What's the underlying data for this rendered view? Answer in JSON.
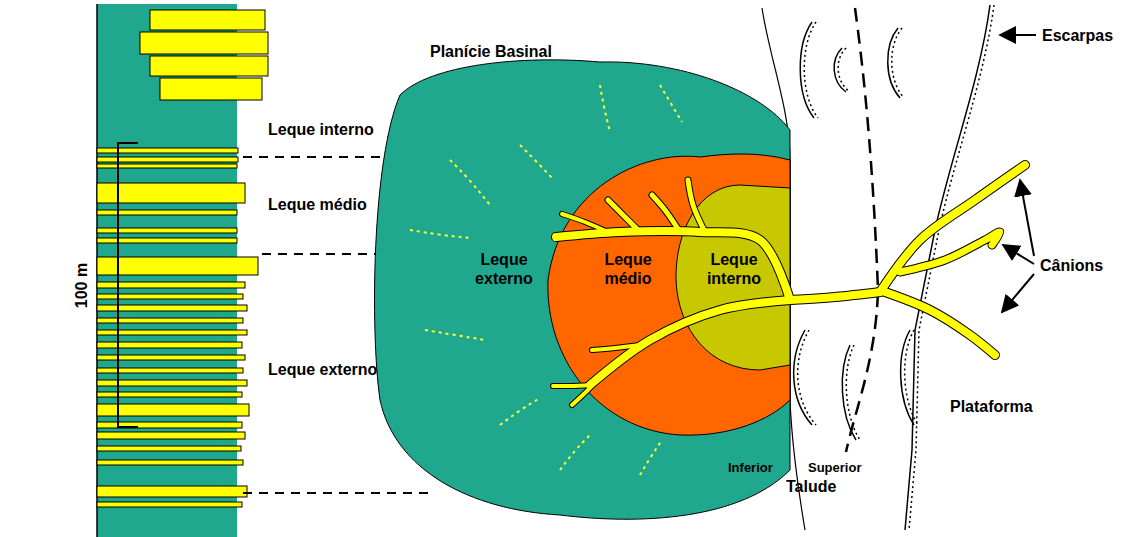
{
  "diagram": {
    "nodes": [
      {
        "text": [
          "Planície Basinal",
          "Leque externo"
        ]
      },
      {
        "text": [
          "Leque médio"
        ],
        "in": 0
      },
      {
        "text": [
          "Leque interno"
        ],
        "in": 1
      }
    ],
    "labels": [
      "Leque interno",
      "Leque médio",
      "Leque externo",
      "100 m",
      "Escarpas",
      "Cânions",
      "Plataforma",
      "Inferior",
      "Superior",
      "Talude"
    ]
  }
}
